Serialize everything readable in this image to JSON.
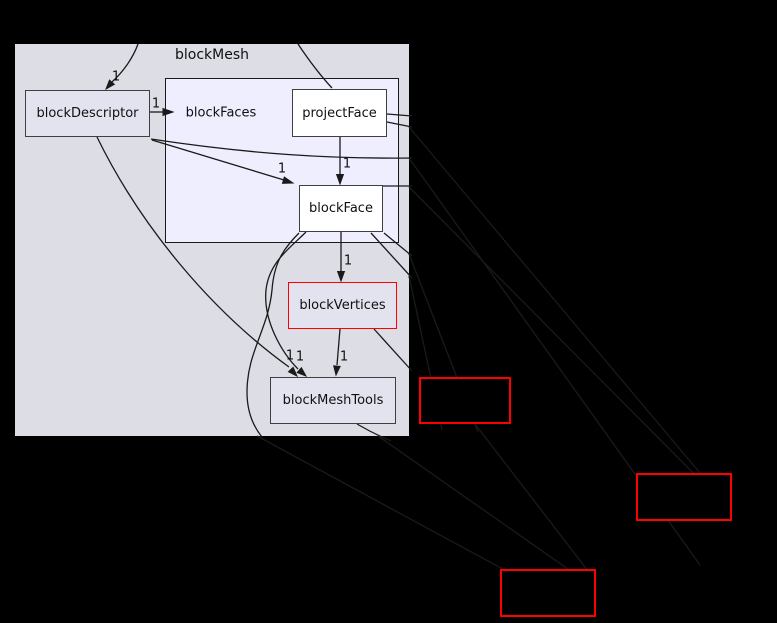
{
  "graph": {
    "title": "blockMesh",
    "inner_cluster_label": "blockFaces",
    "nodes": [
      {
        "label": "blockDescriptor"
      },
      {
        "label": "projectFace"
      },
      {
        "label": "blockFace"
      },
      {
        "label": "blockVertices"
      },
      {
        "label": "blockMeshTools"
      }
    ],
    "edge_labels": [
      {
        "text": "1",
        "at": "into-blockDescriptor"
      },
      {
        "text": "1",
        "at": "blockDescriptor-to-blockFaces"
      },
      {
        "text": "1",
        "at": "blockDescriptor-to-blockFace"
      },
      {
        "text": "1",
        "at": "projectFace-to-blockFace"
      },
      {
        "text": "1",
        "at": "blockFace-to-blockVertices"
      },
      {
        "text": "1",
        "at": "into-blockMeshTools-left"
      },
      {
        "text": "1",
        "at": "into-blockMeshTools-middle"
      },
      {
        "text": "1",
        "at": "blockVertices-to-blockMeshTools"
      }
    ],
    "truncated_external_boxes": 3
  },
  "colors": {
    "page_background": "#000000",
    "cluster_fill": "#dddde6",
    "inner_cluster_fill": "#eeeeff",
    "dir_node_fill": "#e3e3ef",
    "file_node_fill": "#ffffff",
    "node_border": "#3f3f3f",
    "red_border": "#ff0000",
    "edge": "#1a1a1a"
  }
}
